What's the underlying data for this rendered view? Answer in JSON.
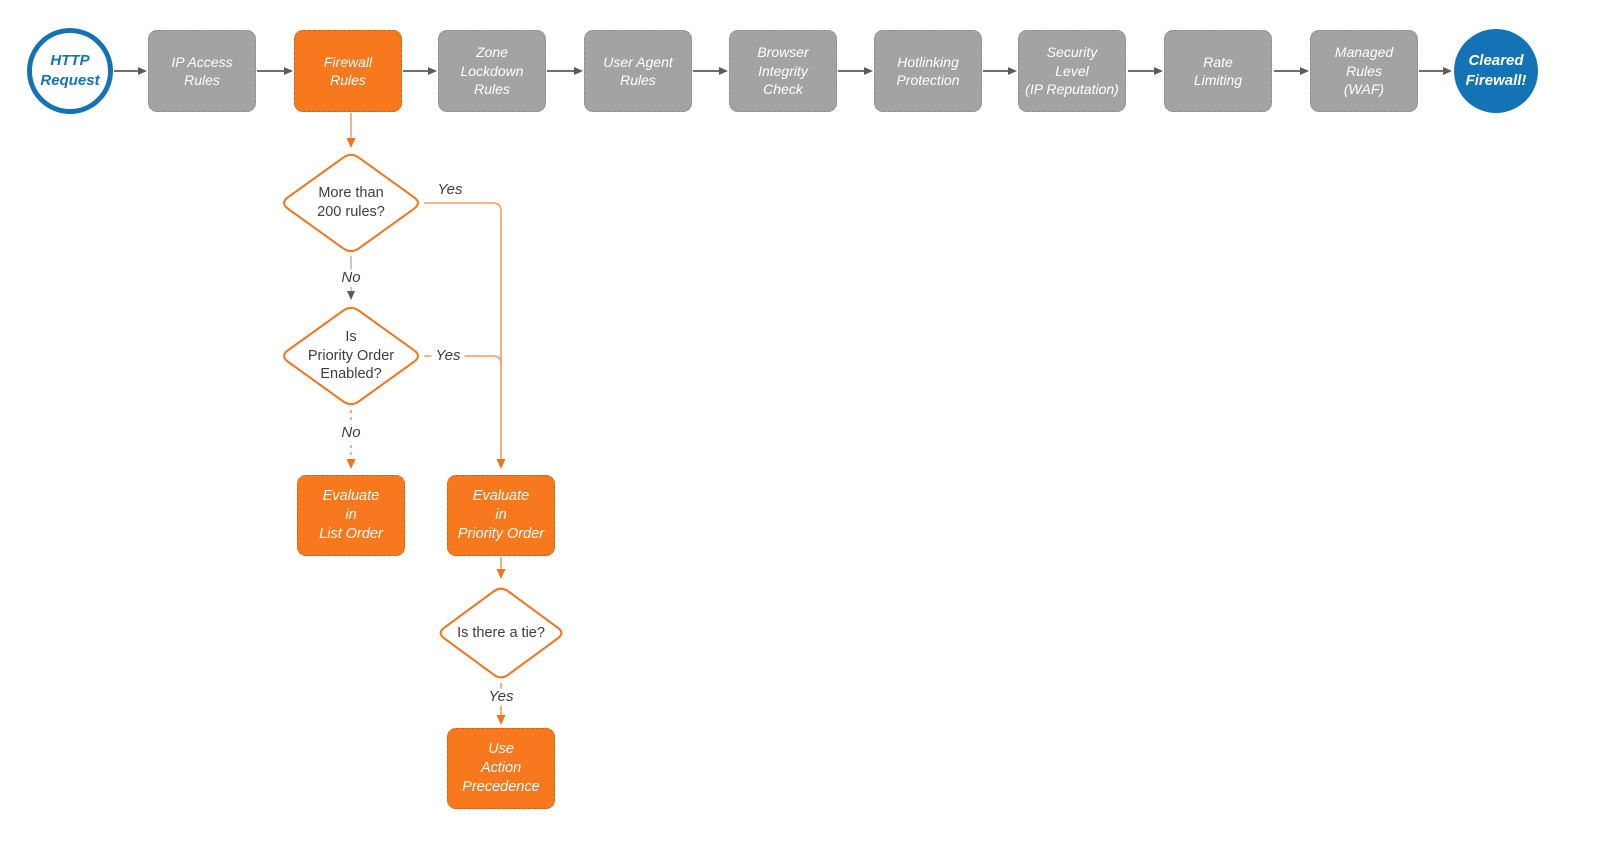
{
  "title": "HTTP request firewall evaluation flowchart",
  "colors": {
    "accent_orange": "#F8791D",
    "orange_line": "#F59C63",
    "gray_node": "#A3A3A3",
    "gray_arrow": "#5B5B5B",
    "brand_blue": "#1473B5",
    "text_dark": "#3E3E3E"
  },
  "flow": {
    "start": {
      "label": "HTTP\nRequest"
    },
    "end": {
      "label": "Cleared\nFirewall!"
    },
    "steps": [
      {
        "label": "IP Access\nRules",
        "highlighted": false
      },
      {
        "label": "Firewall\nRules",
        "highlighted": true
      },
      {
        "label": "Zone\nLockdown\nRules",
        "highlighted": false
      },
      {
        "label": "User Agent\nRules",
        "highlighted": false
      },
      {
        "label": "Browser\nIntegrity\nCheck",
        "highlighted": false
      },
      {
        "label": "Hotlinking\nProtection",
        "highlighted": false
      },
      {
        "label": "Security\nLevel\n(IP Reputation)",
        "highlighted": false
      },
      {
        "label": "Rate\nLimiting",
        "highlighted": false
      },
      {
        "label": "Managed\nRules\n(WAF)",
        "highlighted": false
      }
    ],
    "decisions": [
      {
        "label": "More than\n200 rules?",
        "yes_label": "Yes",
        "no_label": "No"
      },
      {
        "label": "Is\nPriority Order\nEnabled?",
        "yes_label": "Yes",
        "no_label": "No"
      },
      {
        "label": "Is there a tie?",
        "yes_label": "Yes"
      }
    ],
    "actions": [
      {
        "label": "Evaluate\nin\nList Order"
      },
      {
        "label": "Evaluate\nin\nPriority Order"
      },
      {
        "label": "Use\nAction\nPrecedence"
      }
    ]
  }
}
